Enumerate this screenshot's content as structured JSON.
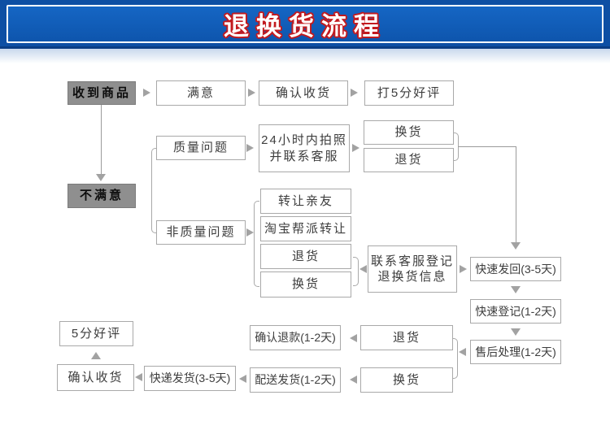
{
  "header": {
    "title": "退换货流程"
  },
  "palette": {
    "banner_outer_blue": "#0d4fa4",
    "banner_inner_blue_top": "#1566c4",
    "banner_inner_blue_bottom": "#0e55ad",
    "banner_border_white": "#ffffff",
    "banner_bottom_line": "#0a3d84",
    "title_fill": "#ffffff",
    "title_outline_red": "#c21a1f",
    "box_border_gray": "#a9a9a9",
    "box_text_gray": "#3d3d3d",
    "dark_box_bg": "#8f8f8f",
    "arrow_gray": "#a2a2a2",
    "line_gray": "#9b9b9b"
  },
  "nodes": {
    "received": {
      "label": "收到商品"
    },
    "satisfied": {
      "label": "满意"
    },
    "confirm_receipt_top": {
      "label": "确认收货"
    },
    "rate_5star_top": {
      "label": "打5分好评"
    },
    "unsatisfied": {
      "label": "不满意"
    },
    "quality_issue": {
      "label": "质量问题"
    },
    "photo_24h": {
      "lines": [
        "24小时内拍照",
        "并联系客服"
      ]
    },
    "exchange_top": {
      "label": "换货"
    },
    "return_top": {
      "label": "退货"
    },
    "non_quality_issue": {
      "label": "非质量问题"
    },
    "transfer_friends": {
      "label": "转让亲友"
    },
    "taobao_transfer": {
      "label": "淘宝帮派转让"
    },
    "return_mid": {
      "label": "退货"
    },
    "exchange_mid": {
      "label": "换货"
    },
    "contact_cs": {
      "lines": [
        "联系客服登记",
        "退换货信息"
      ]
    },
    "fast_sendback": {
      "label": "快速发回(3-5天)"
    },
    "fast_register": {
      "label": "快速登记(1-2天)"
    },
    "aftersale_handle": {
      "label": "售后处理(1-2天)"
    },
    "return_bottom": {
      "label": "退货"
    },
    "exchange_bottom": {
      "label": "换货"
    },
    "confirm_refund": {
      "label": "确认退款(1-2天)"
    },
    "delivery_ship": {
      "label": "配送发货(1-2天)"
    },
    "express_ship": {
      "label": "快递发货(3-5天)"
    },
    "confirm_receipt_bottom": {
      "label": "确认收货"
    },
    "rate_5star_bottom": {
      "label": "5分好评"
    }
  }
}
